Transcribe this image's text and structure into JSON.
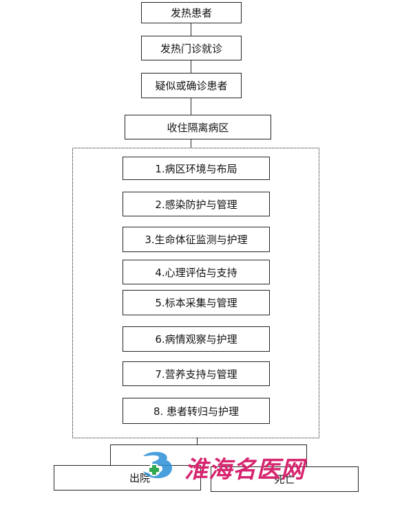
{
  "flow": {
    "step1": "发热患者",
    "step2": "发热门诊就诊",
    "step3": "疑似或确诊患者",
    "step4": "收住隔离病区",
    "care_items": [
      "1.病区环境与布局",
      "2.感染防护与管理",
      "3.生命体征监测与护理",
      "4.心理评估与支持",
      "5.标本采集与管理",
      "6.病情观察与护理",
      "7.营养支持与管理",
      "8. 患者转归与护理"
    ],
    "outcome_left": "出院",
    "outcome_right": "死亡"
  },
  "watermark": {
    "text": "淮海名医网",
    "colors": {
      "text": "#d6246e",
      "logo_blue": "#2a8fd6",
      "logo_green": "#2fa84f"
    }
  }
}
